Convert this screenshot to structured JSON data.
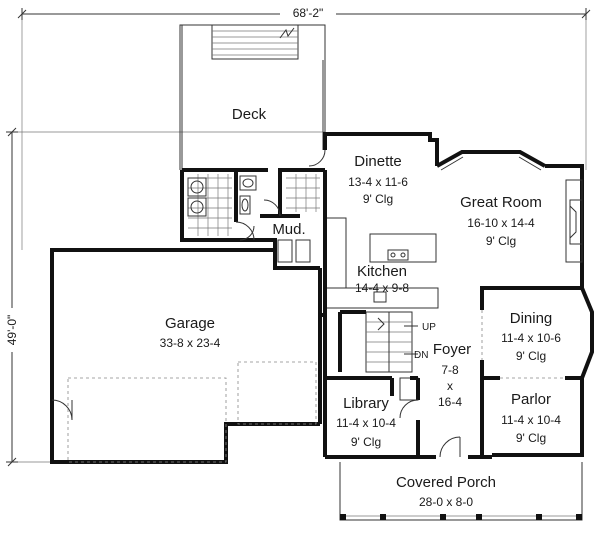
{
  "overall": {
    "width_label": "68'-2\"",
    "depth_label": "49'-0\""
  },
  "rooms": {
    "deck": {
      "name": "Deck"
    },
    "dinette": {
      "name": "Dinette",
      "size": "13-4 x 11-6",
      "ceiling": "9' Clg"
    },
    "great_room": {
      "name": "Great Room",
      "size": "16-10 x 14-4",
      "ceiling": "9' Clg"
    },
    "mud": {
      "name": "Mud."
    },
    "kitchen": {
      "name": "Kitchen",
      "size": "14-4 x 9-8"
    },
    "garage": {
      "name": "Garage",
      "size": "33-8 x 23-4"
    },
    "dining": {
      "name": "Dining",
      "size": "11-4 x 10-6",
      "ceiling": "9' Clg"
    },
    "foyer": {
      "name": "Foyer",
      "size_a": "7-8",
      "size_x": "x",
      "size_b": "16-4"
    },
    "library": {
      "name": "Library",
      "size": "11-4 x 10-4",
      "ceiling": "9' Clg"
    },
    "parlor": {
      "name": "Parlor",
      "size": "11-4 x 10-4",
      "ceiling": "9' Clg"
    },
    "covered_porch": {
      "name": "Covered Porch",
      "size": "28-0 x 8-0"
    }
  },
  "stairs": {
    "up": "UP",
    "down": "DN"
  }
}
